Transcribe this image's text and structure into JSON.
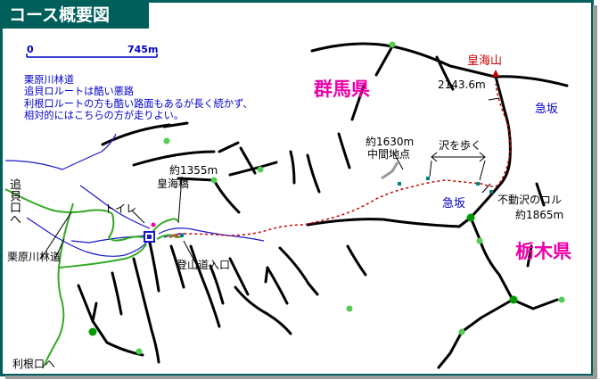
{
  "title": "コース概要図",
  "scale_bar": {
    "start_label": "0",
    "end_label": "745m"
  },
  "note": {
    "lines": [
      "栗原川林道",
      "追貝ロルートは酷い悪路",
      "利根口ルートの方も酷い路面もあるが長く続かず、",
      "相対的にはこちらの方が走りよい。"
    ]
  },
  "prefectures": {
    "gunma": "群馬県",
    "tochigi": "栃木県"
  },
  "peak": {
    "name": "皇海山",
    "elevation": "2143.6m"
  },
  "labels": {
    "kyuzaka_upper": "急坂",
    "kyuzaka_lower": "急坂",
    "fudozawa_col": "不動沢のコル",
    "fudozawa_elev": "約1865m",
    "midpoint_elev": "約1630m",
    "midpoint_name": "中間地点",
    "walk_stream": "沢を歩く",
    "bridge_elev": "約1355m",
    "bridge_name": "皇海橋",
    "toilet": "トイレ",
    "trailhead": "登山道入口",
    "kuribara_road": "栗原川林道",
    "oigai_exit": "追貝口へ",
    "tone_exit": "利根口へ"
  },
  "colors": {
    "title_bg": "#005f5a",
    "border": "#005f5a",
    "road": "#33aa22",
    "stream": "#1a1acc",
    "trail": "#cc0000",
    "ridge": "#000000",
    "prefecture": "#ee00aa",
    "peak_marker": "#cc0000",
    "point_marker": "#008080"
  }
}
